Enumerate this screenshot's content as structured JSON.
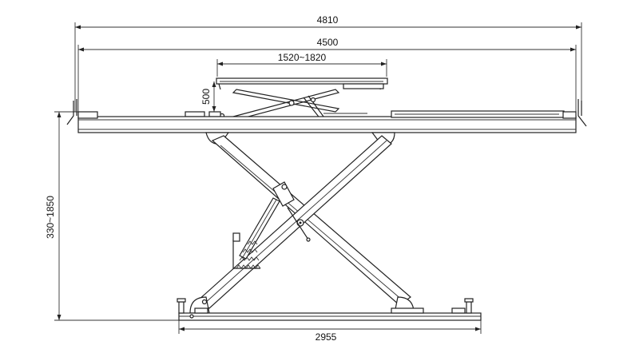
{
  "dimensions": {
    "overall_length": "4810",
    "platform_length": "4500",
    "secondary_lift_length": "1520~1820",
    "secondary_lift_height": "500",
    "lift_height_range": "330~1850",
    "base_length": "2955"
  }
}
